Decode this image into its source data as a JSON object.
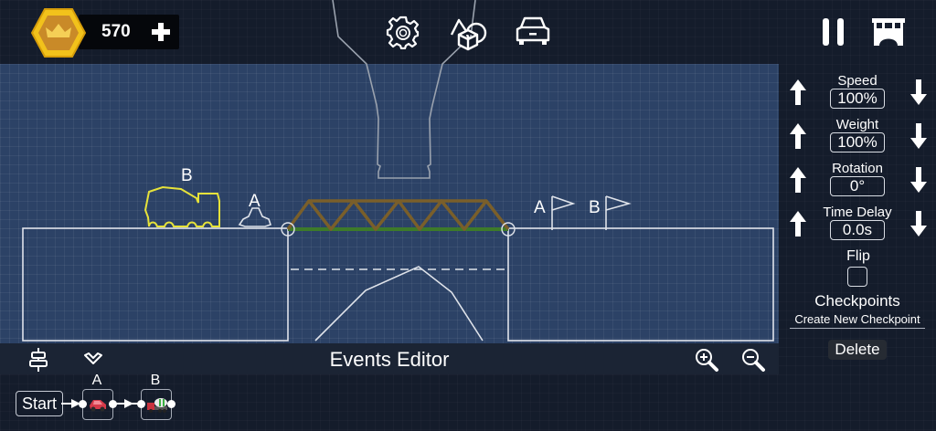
{
  "topbar": {
    "coins": "570",
    "add_coins_icon": "plus-icon",
    "coin_icon": "crown-hex-icon",
    "settings_icon": "gear-icon",
    "shapes_icon": "shapes-icon",
    "vehicle_icon": "car-icon",
    "pause_icon": "pause-icon",
    "bridge_icon": "bridge-icon"
  },
  "scene": {
    "vehicle_labels": [
      "B",
      "A"
    ],
    "checkpoint_labels": [
      "A",
      "B"
    ],
    "colors": {
      "canvas_bg": "#2c4266",
      "terrain_outline": "#dfe3ea",
      "truck_outline": "#e6e23a",
      "truss_wood": "#7a5f2a",
      "road_green": "#3d7a2a"
    }
  },
  "properties": {
    "steppers": [
      {
        "label": "Speed",
        "value": "100%"
      },
      {
        "label": "Weight",
        "value": "100%"
      },
      {
        "label": "Rotation",
        "value": "0°"
      },
      {
        "label": "Time Delay",
        "value": "0.0s"
      }
    ],
    "flip_label": "Flip",
    "flip_checked": false,
    "checkpoints_title": "Checkpoints",
    "create_checkpoint": "Create New Checkpoint",
    "delete_label": "Delete"
  },
  "events_editor": {
    "title": "Events Editor",
    "align_icon": "align-center-icon",
    "collapse_icon": "chevron-down-icon",
    "zoom_in_icon": "zoom-in-icon",
    "zoom_out_icon": "zoom-out-icon",
    "start_label": "Start",
    "events": [
      {
        "label": "A",
        "vehicle": "red-car"
      },
      {
        "label": "B",
        "vehicle": "cement-truck"
      }
    ]
  }
}
